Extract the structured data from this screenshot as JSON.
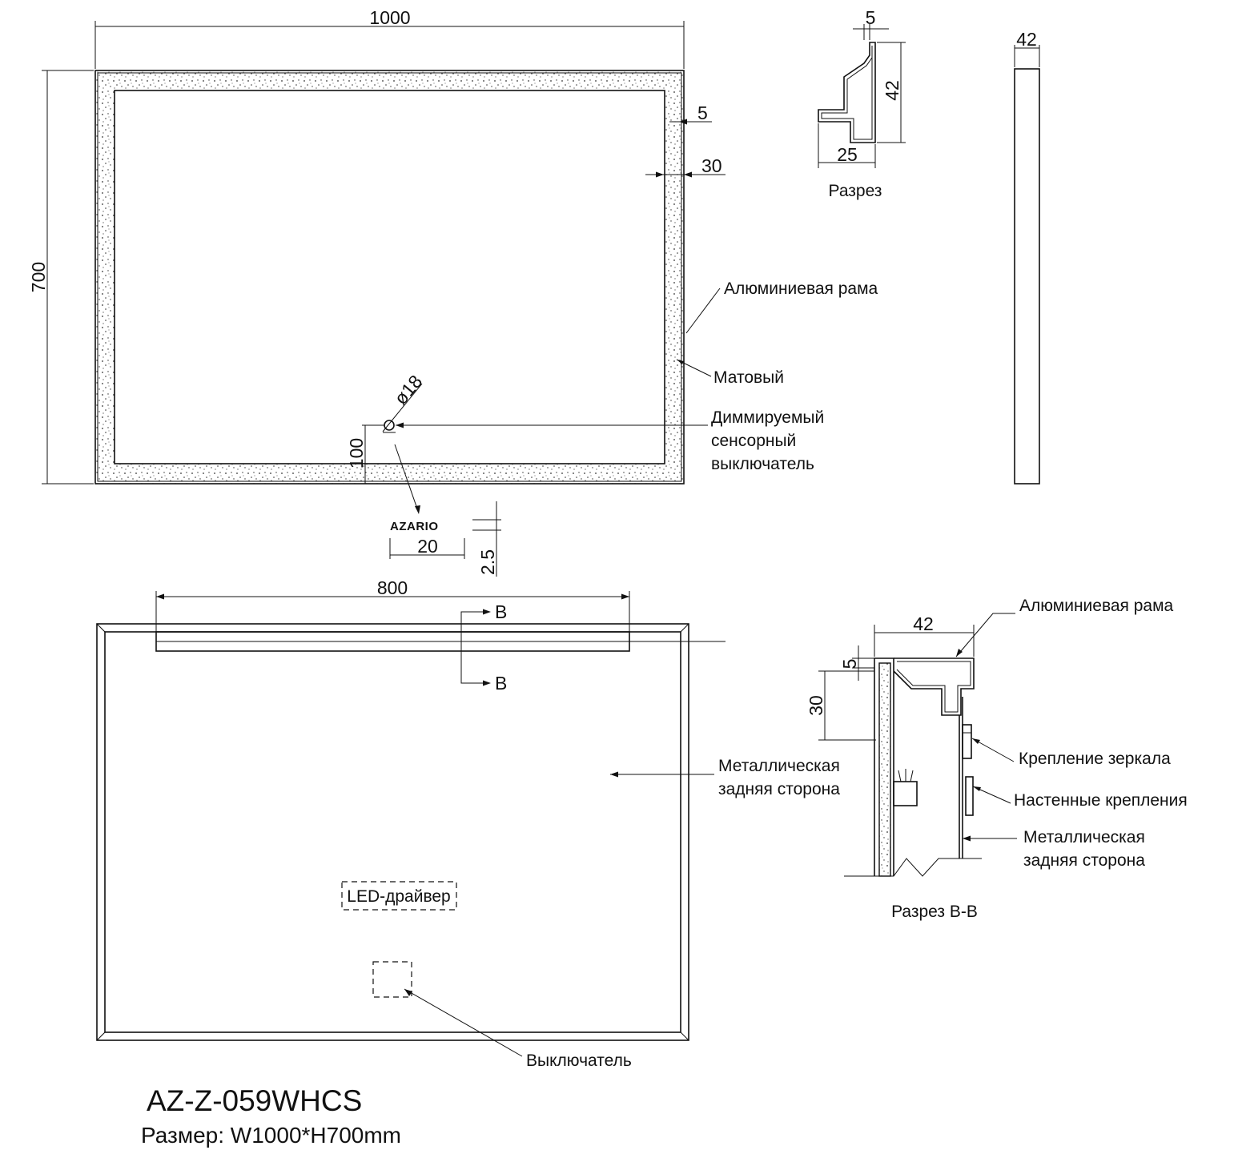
{
  "front_view": {
    "dim_width": "1000",
    "dim_height": "700",
    "dim_frame": "5",
    "dim_matte": "30",
    "dim_switch_diameter": "ø18",
    "dim_switch_offset": "100",
    "label_frame": "Алюминиевая рама",
    "label_matte": "Матовый",
    "label_switch": [
      "Диммируемый",
      "сенсорный",
      "выключатель"
    ],
    "brand": "AZARIO",
    "logo_width": "20",
    "logo_height": "2.5"
  },
  "profile_section": {
    "dim_top": "5",
    "dim_height": "42",
    "dim_width": "25",
    "title": "Разрез"
  },
  "side_view": {
    "dim_depth": "42"
  },
  "back_view": {
    "dim_led_length": "800",
    "section_marker": "B",
    "label_back": [
      "Металлическая",
      "задняя сторона"
    ],
    "led_driver": "LED-драйвер",
    "switch": "Выключатель"
  },
  "section_bb": {
    "dim_depth": "42",
    "dim_top": "5",
    "dim_matte": "30",
    "label_frame": "Алюминиевая рама",
    "label_mirror_mount": "Крепление зеркала",
    "label_wall_mount": "Настенные крепления",
    "label_back": [
      "Металлическая",
      "задняя сторона"
    ],
    "title": "Разрез B-B"
  },
  "model": "AZ-Z-059WHCS",
  "size_text": "Размер: W1000*H700mm"
}
